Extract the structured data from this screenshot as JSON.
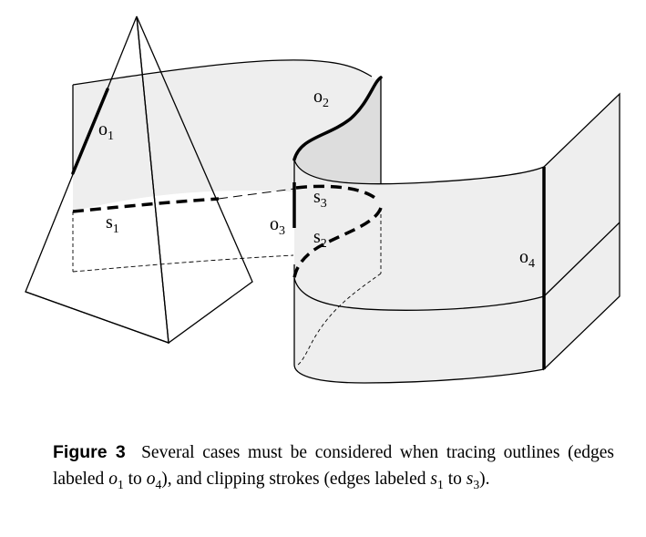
{
  "figure": {
    "labels": {
      "o1": {
        "base": "o",
        "sub": "1"
      },
      "o2": {
        "base": "o",
        "sub": "2"
      },
      "o3": {
        "base": "o",
        "sub": "3"
      },
      "o4": {
        "base": "o",
        "sub": "4"
      },
      "s1": {
        "base": "s",
        "sub": "1"
      },
      "s2": {
        "base": "s",
        "sub": "2"
      },
      "s3": {
        "base": "s",
        "sub": "3"
      }
    },
    "colors": {
      "surface": "#eeeeee",
      "surface_dark": "#dddddd",
      "stroke": "#000000"
    }
  },
  "caption": {
    "label": "Figure 3",
    "t1": "Several cases must be considered when tracing outlines (edges labeled ",
    "m1_base": "o",
    "m1_sub": "1",
    "t2": " to ",
    "m2_base": "o",
    "m2_sub": "4",
    "t3": "), and clipping strokes (edges labeled ",
    "m3_base": "s",
    "m3_sub": "1",
    "t4": " to ",
    "m4_base": "s",
    "m4_sub": "3",
    "t5": ")."
  }
}
